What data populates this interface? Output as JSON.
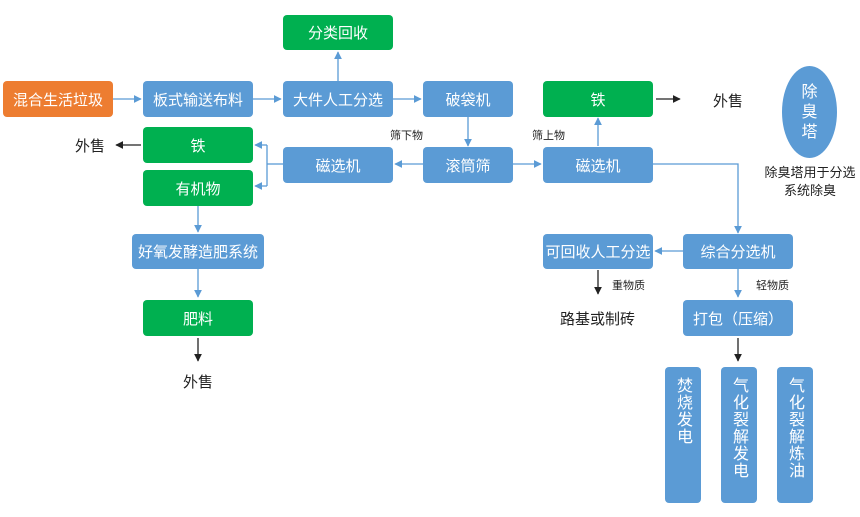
{
  "boxes": {
    "mixed_waste": "混合生活垃圾",
    "plate_conveyor": "板式输送布料",
    "large_manual_sort": "大件人工分选",
    "classified_recycle": "分类回收",
    "bag_breaker": "破袋机",
    "iron_top": "铁",
    "deodor_tower": "除臭塔",
    "iron_left": "铁",
    "magnetic_left": "磁选机",
    "drum_screen": "滚筒筛",
    "magnetic_right": "磁选机",
    "organic": "有机物",
    "aerobic_fermentation": "好氧发酵造肥系统",
    "fertilizer": "肥料",
    "recyclable_manual_sort": "可回收人工分选",
    "comprehensive_sorter": "综合分选机",
    "baling": "打包（压缩）",
    "incineration_power": "焚烧发电",
    "gasification_power": "气化裂解发电",
    "gasification_oil": "气化裂解炼油"
  },
  "labels": {
    "sell_top": "外售",
    "sell_left": "外售",
    "sell_bottom": "外售",
    "undersize": "筛下物",
    "oversize": "筛上物",
    "heavy": "重物质",
    "light": "轻物质",
    "road_brick": "路基或制砖",
    "deodor_note": "除臭塔用于分选系统除臭"
  },
  "colors": {
    "blue_box": "#5b9bd5",
    "green_box": "#00b050",
    "orange_box": "#ed7d31",
    "arrow": "#5b9bd5"
  }
}
